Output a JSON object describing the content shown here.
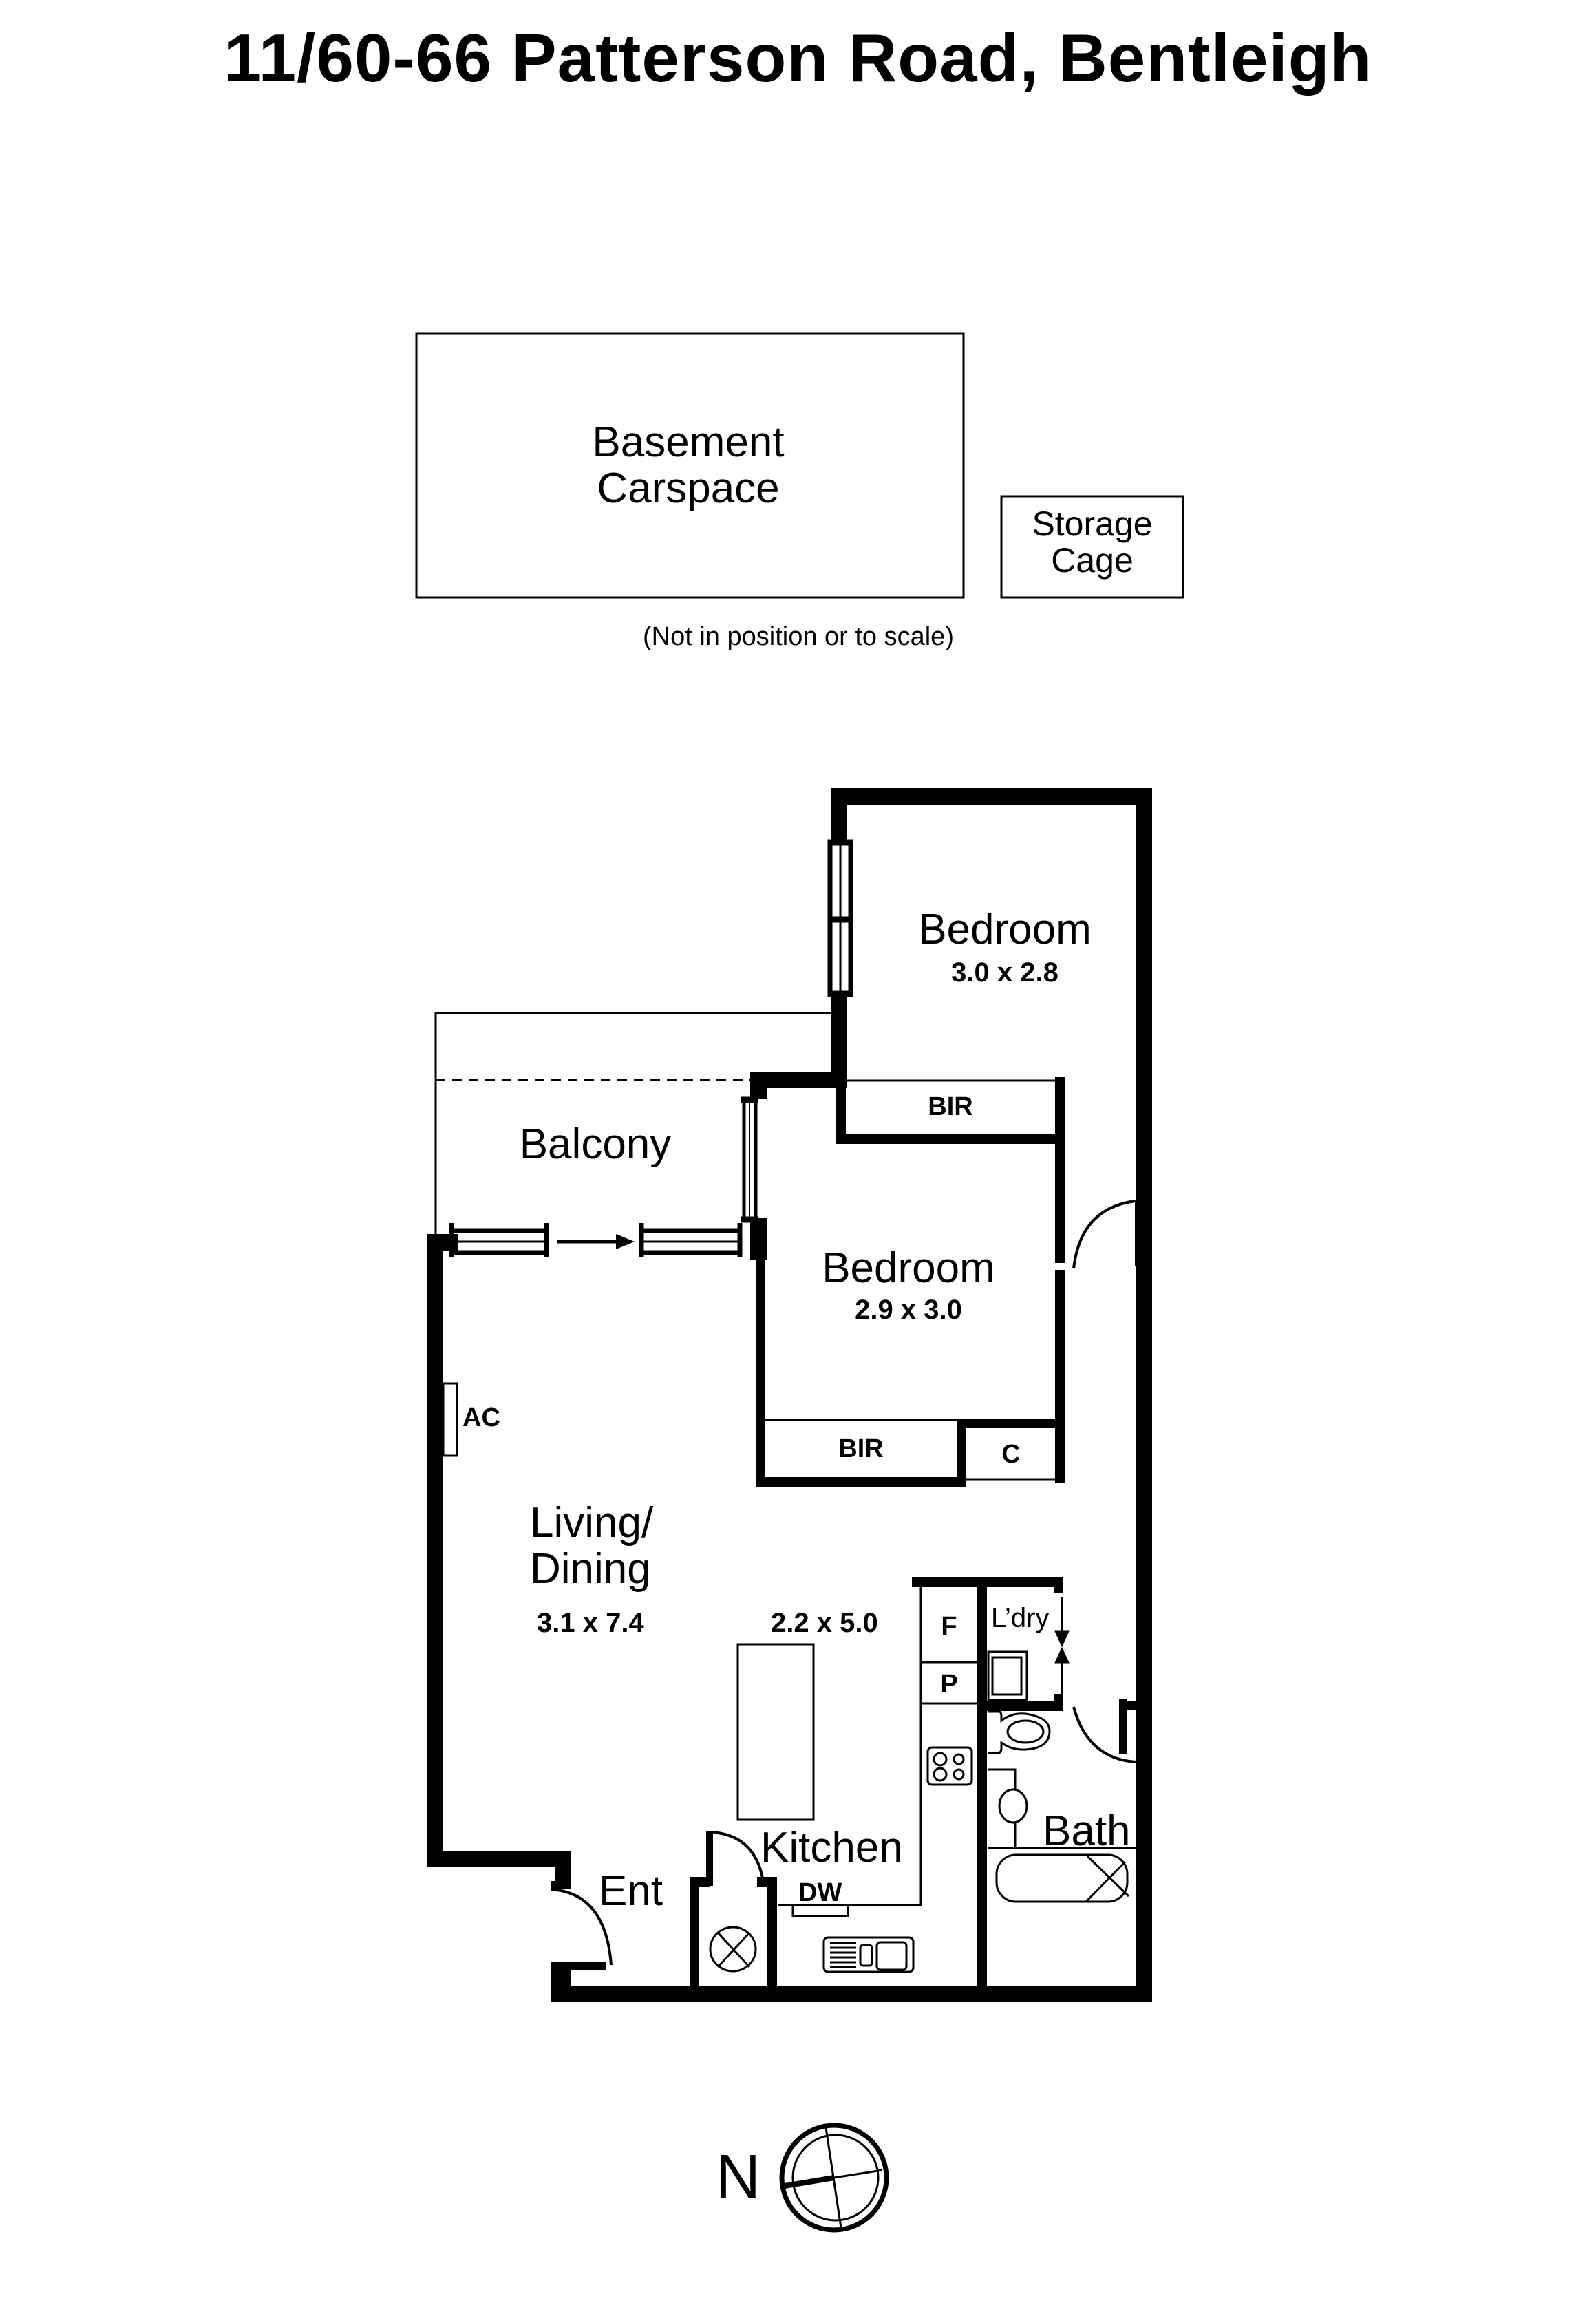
{
  "title": "11/60-66 Patterson Road, Bentleigh",
  "offsite": {
    "carspace": {
      "line1": "Basement",
      "line2": "Carspace"
    },
    "storage": {
      "line1": "Storage",
      "line2": "Cage"
    },
    "note": "(Not in position or to scale)"
  },
  "rooms": {
    "bedroom1": {
      "label": "Bedroom",
      "dims": "3.0 x 2.8"
    },
    "bir1": {
      "label": "BIR"
    },
    "balcony": {
      "label": "Balcony"
    },
    "bedroom2": {
      "label": "Bedroom",
      "dims": "2.9 x 3.0"
    },
    "bir2": {
      "label": "BIR"
    },
    "cupboard": {
      "label": "C"
    },
    "ac": {
      "label": "AC"
    },
    "living": {
      "line1": "Living/",
      "line2": "Dining",
      "dims": "3.1 x 7.4"
    },
    "kitchen": {
      "label": "Kitchen",
      "dims": "2.2 x 5.0"
    },
    "fridge": {
      "label": "F"
    },
    "pantry": {
      "label": "P"
    },
    "laundry": {
      "label": "L’dry"
    },
    "bath": {
      "label": "Bath"
    },
    "entry": {
      "label": "Ent"
    },
    "dishwasher": {
      "label": "DW"
    }
  },
  "compass": {
    "label": "N"
  },
  "colors": {
    "wall": "#000000",
    "background": "#ffffff"
  }
}
